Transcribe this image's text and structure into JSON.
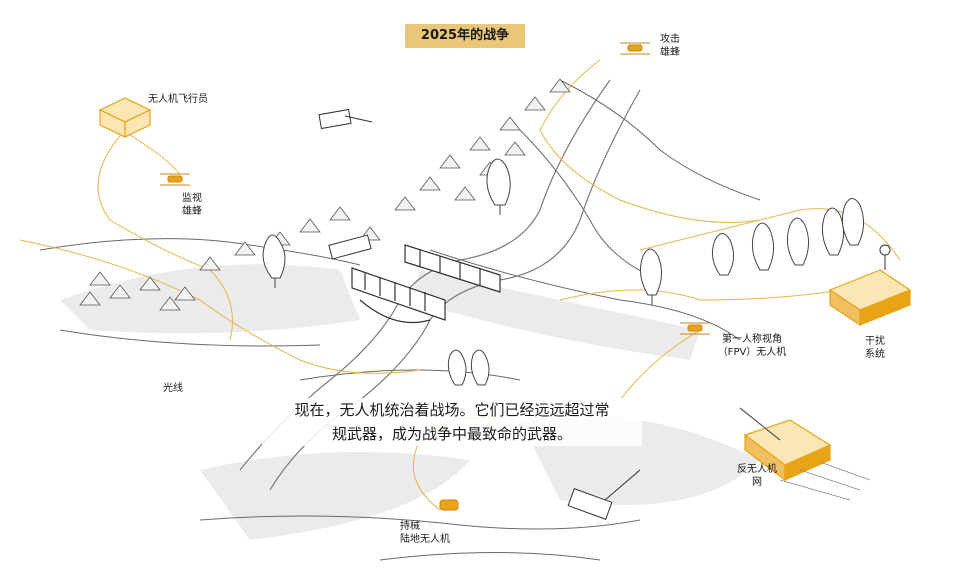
{
  "title": "2025年的战争",
  "labels": {
    "drone_pilot": "无人机飞行员",
    "attack_swarm": [
      "攻击",
      "雄蜂"
    ],
    "surveillance_swarm": [
      "监视",
      "雄蜂"
    ],
    "fpv_drone": [
      "第一人称视角",
      "（FPV）无人机"
    ],
    "jamming_system": [
      "干扰",
      "系统"
    ],
    "fiber_optic": "光线",
    "anti_drone_net": [
      "反无人机",
      "网"
    ],
    "ground_drone": [
      "持械",
      "陆地无人机"
    ]
  },
  "caption": [
    "现在，无人机统治着战场。它们已经远远超过常",
    "规武器，成为战争中最致命的武器。"
  ],
  "colors": {
    "accent": "#e9c678",
    "drone_orange": "#e8a317",
    "ink": "#3a3a3a",
    "shadow": "#d6d6d6"
  }
}
